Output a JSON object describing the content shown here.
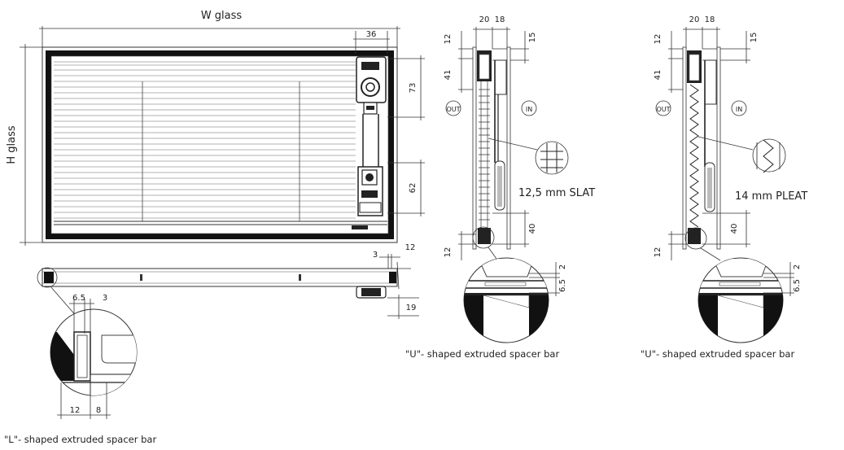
{
  "front_view": {
    "width_label": "W glass",
    "height_label": "H glass",
    "dim_36": "36",
    "dim_73": "73",
    "dim_62": "62",
    "dim_3": "3",
    "dim_12": "12",
    "dim_19": "19"
  },
  "bottom_detail": {
    "dim_6_5": "6.5",
    "dim_3": "3",
    "dim_12": "12",
    "dim_8": "8",
    "caption": "\"L\"- shaped extruded spacer bar"
  },
  "slat_section": {
    "dim_20": "20",
    "dim_18": "18",
    "dim_12_top": "12",
    "dim_15": "15",
    "dim_41": "41",
    "out_label": "OUT",
    "in_label": "IN",
    "slat_label": "12,5 mm SLAT",
    "dim_40": "40",
    "dim_12_bottom": "12",
    "dim_2": "2",
    "dim_6_5": "6.5",
    "caption": "\"U\"- shaped extruded spacer bar"
  },
  "pleat_section": {
    "dim_20": "20",
    "dim_18": "18",
    "dim_12_top": "12",
    "dim_15": "15",
    "dim_41": "41",
    "out_label": "OUT",
    "in_label": "IN",
    "pleat_label": "14 mm PLEAT",
    "dim_40": "40",
    "dim_12_bottom": "12",
    "dim_2": "2",
    "dim_6_5": "6.5",
    "caption": "\"U\"- shaped extruded spacer bar"
  }
}
